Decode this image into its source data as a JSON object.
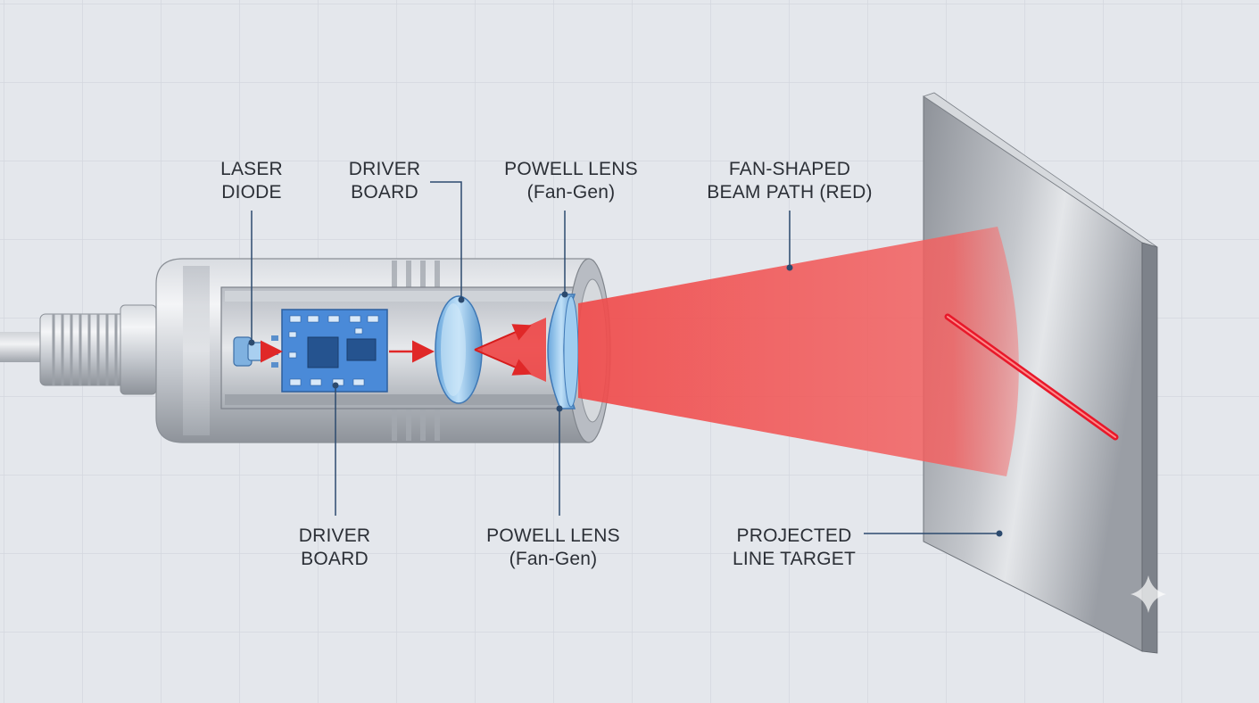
{
  "labels": {
    "laser_diode": {
      "line1": "LASER",
      "line2": "DIODE"
    },
    "driver_board_top": {
      "line1": "DRIVER",
      "line2": "BOARD"
    },
    "powell_lens_top": {
      "line1": "POWELL LENS",
      "line2": "(Fan-Gen)"
    },
    "beam_path": {
      "line1": "FAN-SHAPED",
      "line2": "BEAM PATH (RED)"
    },
    "driver_board_bottom": {
      "line1": "DRIVER",
      "line2": "BOARD"
    },
    "powell_lens_bottom": {
      "line1": "POWELL LENS",
      "line2": "(Fan-Gen)"
    },
    "projected_target": {
      "line1": "PROJECTED",
      "line2": "LINE TARGET"
    }
  },
  "colors": {
    "background": "#e4e7ec",
    "grid": "#d3d7de",
    "beam": "#f05454",
    "laser_line": "#e8182a",
    "lens": "#8fc3ec",
    "board": "#4a8ad8",
    "leader": "#2c4a6e"
  }
}
